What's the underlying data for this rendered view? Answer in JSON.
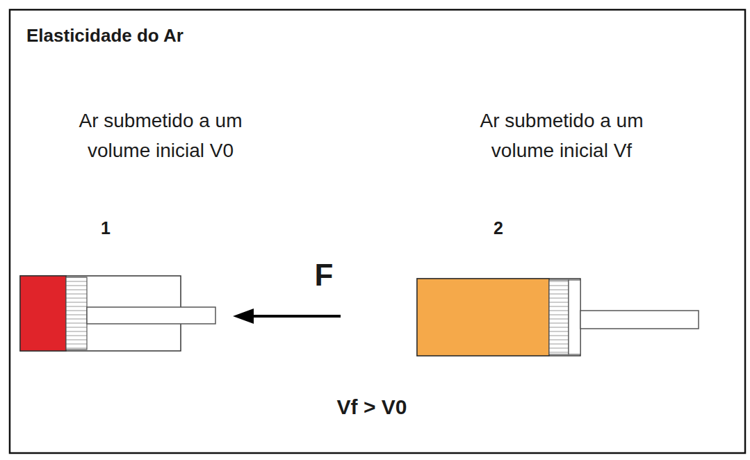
{
  "diagram": {
    "title": "Elasticidade do Ar",
    "labels": [
      "Ar submetido a um volume inicial V0",
      "Ar submetido a um volume inicial Vf",
      "1",
      "2",
      "F",
      "Vf > V0"
    ]
  }
}
